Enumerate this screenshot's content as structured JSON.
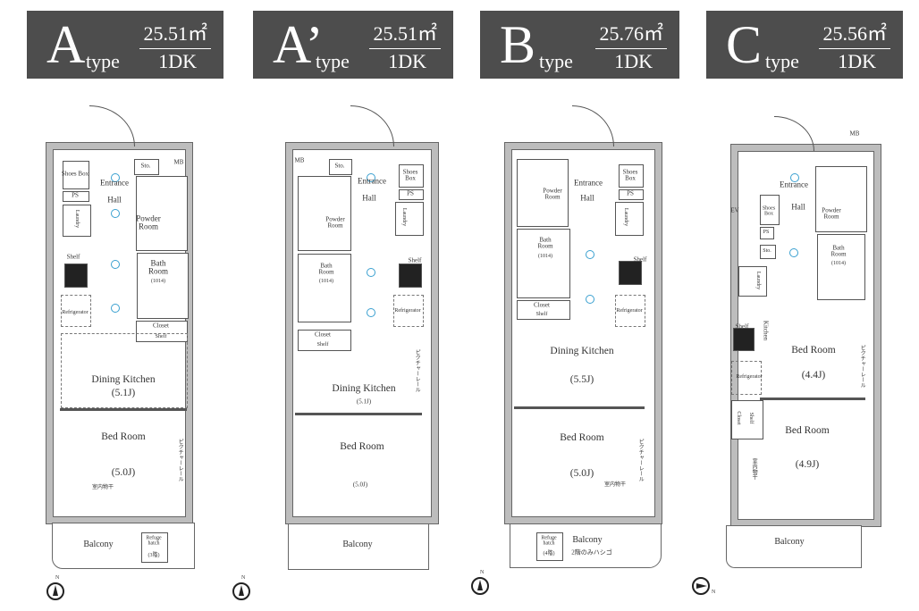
{
  "headers": [
    {
      "letter": "A",
      "type": "type",
      "area": "25.51㎡",
      "kind": "1DK"
    },
    {
      "letter": "A’",
      "type": "type",
      "area": "25.51㎡",
      "kind": "1DK"
    },
    {
      "letter": "B",
      "type": "type",
      "area": "25.76㎡",
      "kind": "1DK"
    },
    {
      "letter": "C",
      "type": "type",
      "area": "25.56㎡",
      "kind": "1DK"
    }
  ],
  "labels": {
    "entrance": "Entrance",
    "hall": "Hall",
    "shoes": "Shoes Box",
    "sto": "Sto.",
    "ps": "PS",
    "mb": "MB",
    "ev": "EV",
    "powder": "Powder Room",
    "bath": "Bath Room",
    "bath_size": "(1014)",
    "shelf": "Shelf",
    "laundry": "Laundry",
    "refrigerator": "Refrigerator",
    "closet": "Closet",
    "dk": "Dining Kitchen",
    "bed": "Bed Room",
    "kitchen": "Kitchen",
    "balcony": "Balcony",
    "refuge": "Refuge hatch",
    "refuge_3f": "(3階)",
    "refuge_4f": "(4階)",
    "ladder_note": "2階のみハシゴ",
    "picture_rail": "ピクチャーレール",
    "indoor_dry": "室内物干",
    "north": "N"
  },
  "sizes": {
    "a_dk": "(5.1J)",
    "a_bed": "(5.0J)",
    "ap_dk": "(5.1J)",
    "ap_bed": "(5.0J)",
    "b_dk": "(5.5J)",
    "b_bed": "(5.0J)",
    "c_bed1": "(4.4J)",
    "c_bed2": "(4.9J)"
  }
}
